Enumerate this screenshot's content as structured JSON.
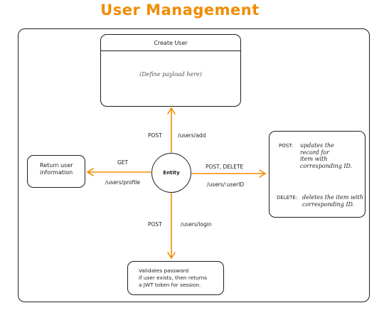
{
  "title": "User Management",
  "create_user": {
    "header": "Create User",
    "body": "(Define payload here)"
  },
  "entity": "Entity",
  "return_box": {
    "line1": "Return user",
    "line2": "information"
  },
  "labels": {
    "top_method": "POST",
    "top_path": "/users/add",
    "left_method": "GET",
    "left_path": "/users/profile",
    "right_method": "POST, DELETE",
    "right_path": "/users/:userID",
    "bottom_method": "POST",
    "bottom_path": "/users/login"
  },
  "update_box": {
    "post_tag": "POST:",
    "post_lines": [
      "updates the",
      "record for",
      "item with",
      "corresponding ID."
    ],
    "delete_tag": "DELETE:",
    "delete_lines": [
      "deletes the item with",
      "corresponding ID."
    ]
  },
  "validate_box": {
    "lines": [
      "Validates password",
      "if user exists, then returns",
      "a JWT token for session."
    ]
  },
  "colors": {
    "accent": "#f08c00",
    "stroke": "#1e1e1e"
  }
}
